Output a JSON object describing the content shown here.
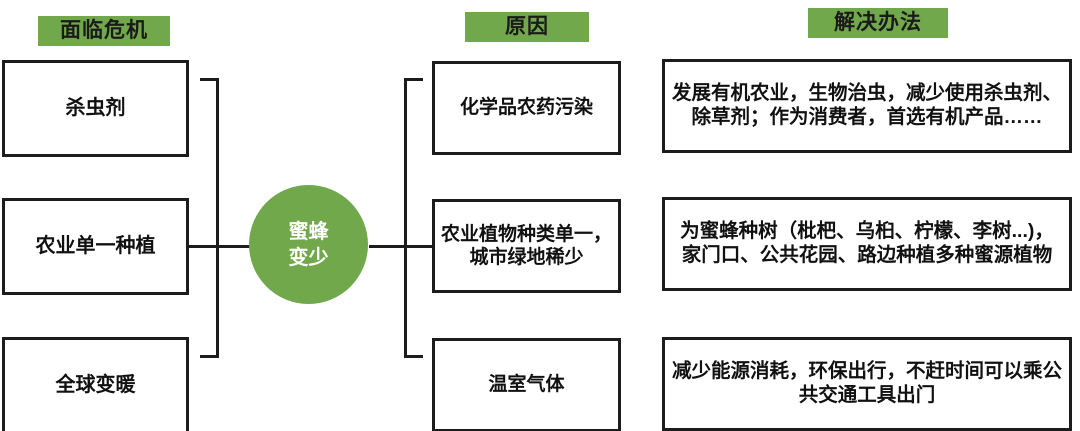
{
  "columns": {
    "crisis": {
      "badge": "面临危机",
      "items": [
        {
          "label": "杀虫剂"
        },
        {
          "label": "农业单一种植"
        },
        {
          "label": "全球变暖"
        }
      ]
    },
    "cause": {
      "badge": "原因",
      "items": [
        {
          "label": "化学品农药污染"
        },
        {
          "label": "农业植物种类单一，城市绿地稀少"
        },
        {
          "label": "温室气体"
        }
      ]
    },
    "solution": {
      "badge": "解决办法",
      "items": [
        {
          "label": "发展有机农业，生物治虫，减少使用杀虫剂、除草剂；作为消费者，首选有机产品……"
        },
        {
          "label": "为蜜蜂种树（枇杷、乌桕、柠檬、李树...)，家门口、公共花园、路边种植多种蜜源植物"
        },
        {
          "label": "减少能源消耗，环保出行，不赶时间可以乘公共交通工具出门"
        }
      ]
    }
  },
  "hub": {
    "line1": "蜜蜂",
    "line2": "变少"
  },
  "colors": {
    "green": "#70A84B",
    "outline": "#1c1c1c",
    "text": "#111111",
    "hub_text": "#ffffff",
    "background": "#ffffff"
  }
}
